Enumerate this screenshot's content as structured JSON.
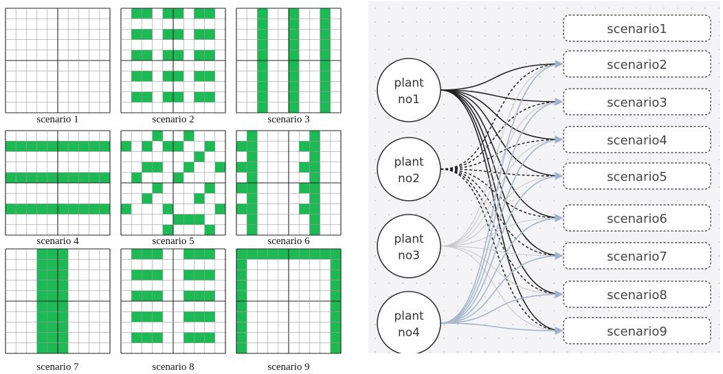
{
  "scenario_grids": [
    {
      "caption": "scenario 1",
      "pattern": "none"
    },
    {
      "caption": "scenario 2",
      "pattern": "short-bars-3-columns"
    },
    {
      "caption": "scenario 3",
      "pattern": "vertical-strips"
    },
    {
      "caption": "scenario 4",
      "pattern": "horizontal-strips"
    },
    {
      "caption": "scenario 5",
      "pattern": "scattered-cells"
    },
    {
      "caption": "scenario 6",
      "pattern": "side-columns"
    },
    {
      "caption": "scenario 7",
      "pattern": "central-column"
    },
    {
      "caption": "scenario 8",
      "pattern": "short-bars-2-columns"
    },
    {
      "caption": "scenario 9",
      "pattern": "u-frame"
    }
  ],
  "colors": {
    "fill_green": "#1db954",
    "grid_line": "#9a9a9a",
    "grid_major": "#222222",
    "graph_bg": "#f4f4f6",
    "edge_plant1": "#222222",
    "edge_plant2": "#222222",
    "edge_plant3": "#c8c8c8",
    "edge_plant4": "#a9b8cc",
    "arrow_head": "#9fb3cc"
  },
  "plants": [
    {
      "line1": "plant",
      "line2": "no1"
    },
    {
      "line1": "plant",
      "line2": "no2"
    },
    {
      "line1": "plant",
      "line2": "no3"
    },
    {
      "line1": "plant",
      "line2": "no4"
    }
  ],
  "scenarios": [
    "scenario1",
    "scenario2",
    "scenario3",
    "scenario4",
    "scenario5",
    "scenario6",
    "scenario7",
    "scenario8",
    "scenario9"
  ],
  "edges": [
    {
      "from": 0,
      "targets": [
        1,
        2,
        3,
        4,
        5,
        6,
        7,
        8
      ],
      "style": "solid"
    },
    {
      "from": 1,
      "targets": [
        1,
        2,
        3,
        4,
        5,
        6,
        7,
        8
      ],
      "style": "dashed"
    },
    {
      "from": 2,
      "targets": [
        1,
        2,
        3,
        4,
        5,
        6,
        7,
        8
      ],
      "style": "thin"
    },
    {
      "from": 3,
      "targets": [
        1,
        2,
        3,
        4,
        5,
        6,
        7,
        8
      ],
      "style": "blue"
    }
  ]
}
